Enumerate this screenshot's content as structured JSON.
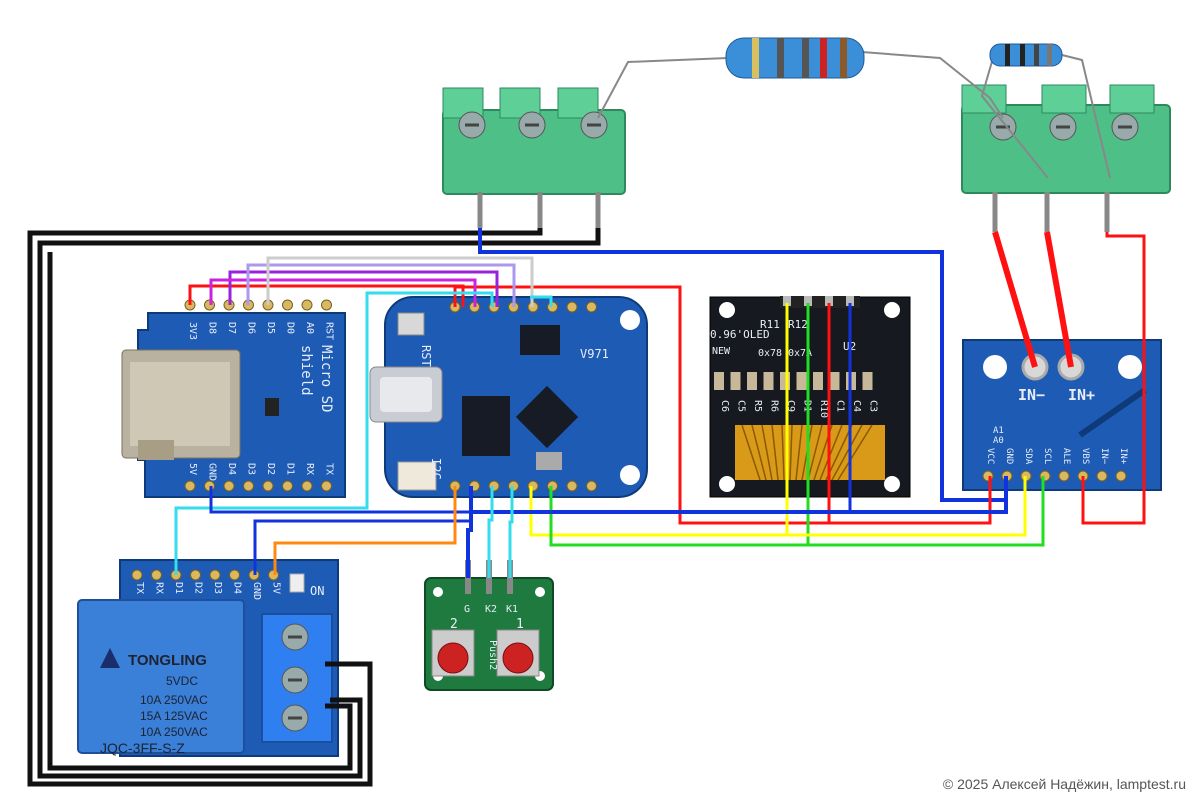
{
  "copyright": "© 2025 Алексей Надёжин, lamptest.ru",
  "sd_shield": {
    "top_pins": [
      "3V3",
      "D8",
      "D7",
      "D6",
      "D5",
      "D0",
      "A0",
      "RST"
    ],
    "bottom_pins": [
      "5V",
      "GND",
      "D4",
      "D3",
      "D2",
      "D1",
      "RX",
      "TX"
    ],
    "title_line1": "Micro SD",
    "title_line2": "shield"
  },
  "esp_board": {
    "label_rst": "RST",
    "label_i2c": "I2C",
    "model": "V971"
  },
  "oled": {
    "title": "0.96'OLED",
    "subtitle": "NEW",
    "addr1": "0x78",
    "addr2": "0x7A",
    "u2": "U2",
    "r11": "R11",
    "r12": "R12",
    "parts": [
      "C6",
      "C5",
      "R5",
      "R6",
      "C9",
      "D1",
      "R10",
      "C1",
      "C4",
      "C3"
    ]
  },
  "sensor": {
    "in_minus": "IN−",
    "in_plus": "IN+",
    "pins": [
      "VCC",
      "GND",
      "SDA",
      "SCL",
      "ALE",
      "VBS",
      "IN−",
      "IN+"
    ],
    "a1": "A1",
    "a0": "A0"
  },
  "relay_shield": {
    "pins": [
      "TX",
      "RX",
      "D1",
      "D2",
      "D3",
      "D4",
      "GND",
      "5V"
    ],
    "relay_brand": "TONGLING",
    "relay_lines": [
      "5VDC",
      "10A 250VAC",
      "15A 125VAC",
      "10A 250VAC"
    ],
    "relay_model": "JQC-3FF-S-Z",
    "on_label": "ON"
  },
  "button_board": {
    "pins": [
      "G",
      "K2",
      "K1"
    ],
    "num1": "2",
    "num2": "1",
    "label": "Push2"
  },
  "colors": {
    "wire_red": "#ff1111",
    "wire_blue": "#1133dd",
    "wire_cyan": "#33ddee",
    "wire_purple": "#9922dd",
    "wire_lavender": "#aa99ee",
    "wire_gray": "#cccccc",
    "wire_yellow": "#ffff00",
    "wire_green": "#22dd22",
    "wire_orange": "#ff8811",
    "wire_black": "#111111",
    "pcb_blue": "#1e5bb5",
    "terminal_green": "#4fbf88"
  }
}
